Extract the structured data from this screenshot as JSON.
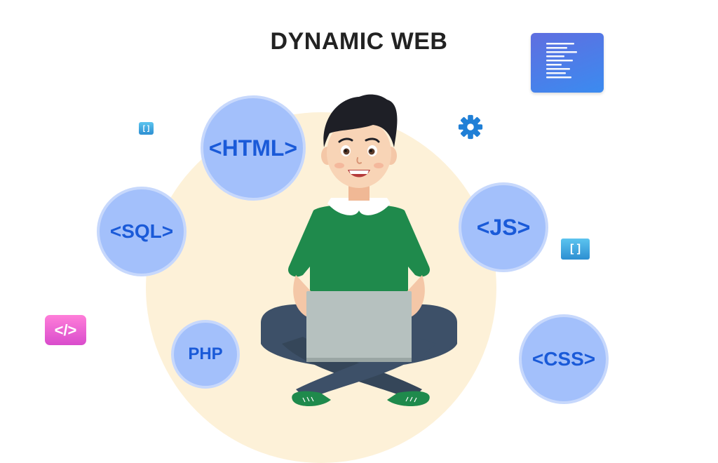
{
  "title": "DYNAMIC WEB",
  "bubbles": {
    "html": "<HTML>",
    "sql": "<SQL>",
    "php": "PHP",
    "js": "<JS>",
    "css": "<CSS>"
  },
  "icons": {
    "bracket": "[ ]",
    "code": "</>",
    "names": [
      "document-icon",
      "gear-icon",
      "bracket-icon",
      "code-icon"
    ]
  },
  "colors": {
    "bubble_fill": "#a3c0fb",
    "bubble_text": "#1a5ad8",
    "background_circle": "#fdf1d8",
    "shirt": "#1f8a4c",
    "pants": "#3d5068",
    "laptop": "#b6c1bf"
  }
}
